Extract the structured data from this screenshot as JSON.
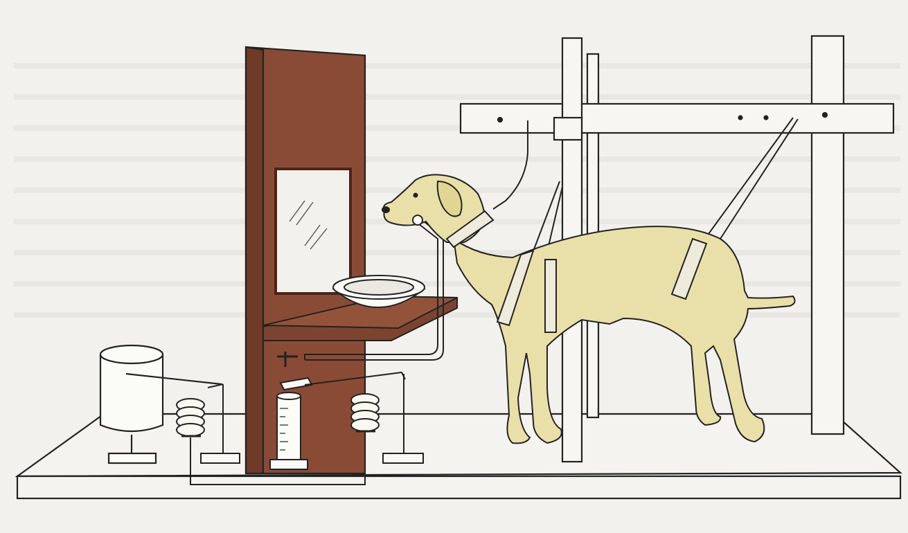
{
  "illustration": {
    "subject": "",
    "components": [
      {
        "name": "dog",
        "color": "#e9dfa8"
      },
      {
        "name": "wooden-partition",
        "color": "#8a4b36"
      },
      {
        "name": "window"
      },
      {
        "name": "food-bowl"
      },
      {
        "name": "wooden-frame"
      },
      {
        "name": "harness-straps"
      },
      {
        "name": "saliva-tube"
      },
      {
        "name": "graduated-cylinder"
      },
      {
        "name": "kymograph-drum"
      },
      {
        "name": "electromagnet-coils"
      },
      {
        "name": "base-board"
      }
    ],
    "colors": {
      "paper": "#f2f1ee",
      "partition": "#8a4b36",
      "dog": "#e9dfa8",
      "line": "#222222"
    }
  }
}
